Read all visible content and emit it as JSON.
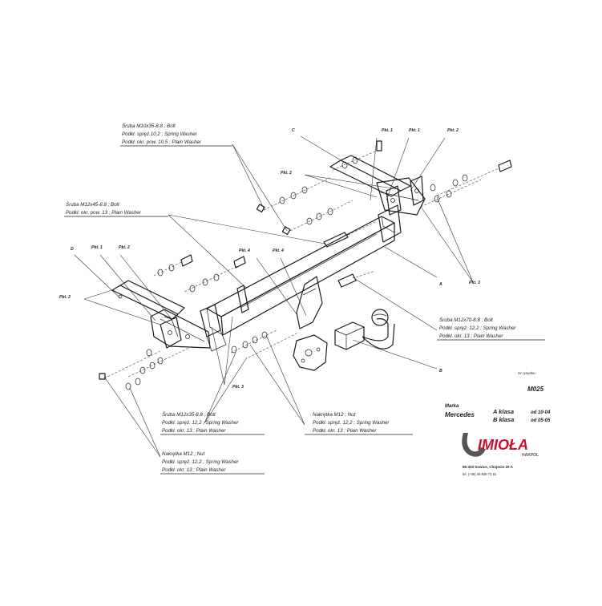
{
  "labels": {
    "upper_bolt": [
      "Śruba M10x35-8.8 ; Bolt",
      "Podkł. spręż.10,2 ; Spring Washer",
      "Podkł. okr. pow. 10,5 ; Plain Washer"
    ],
    "middle_bolt": [
      "Śruba M12x45-8.8 ; Bolt",
      "Podkł. okr. pow. 13 ; Plain Washer"
    ],
    "right_bolt": [
      "Śruba M12x70-8.8 ; Bolt",
      "Podkł. spręż. 12,2 ; Spring Washer",
      "Podkł. okr. 13 ; Plain Washer"
    ],
    "lower_bolt": [
      "Śruba M12x35-8.8 ; Bolt",
      "Podkł. spręż. 12,2 ; Spring Washer",
      "Podkł. okr. 13 ; Plain Washer"
    ],
    "lower_nut": [
      "Nakrętka M12 ; Nut",
      "Podkł. spręż. 12,2 ; Spring Washer",
      "Podkł. okr. 13 ; Plain Washer"
    ],
    "center_nut": [
      "Nakrętka M12 ; Nut",
      "Podkł. spręż. 12,2 ; Spring Washer",
      "Podkł. okr. 13 ; Plain Washer"
    ]
  },
  "tags": {
    "c": "C",
    "d": "D",
    "a": "A",
    "b": "B",
    "pkt1": "Pkt. 1",
    "pkt2": "Pkt. 2",
    "pkt3": "Pkt. 3",
    "pkt4": "Pkt. 4"
  },
  "title_block": {
    "small_label": "Hr rysunku",
    "model_code": "M025",
    "brand_label": "Marka",
    "make": "Mercedes",
    "model_a": "A klasa",
    "date_a": "od 10-04",
    "model_b": "B klasa",
    "date_b": "od 05-05",
    "logo_text": "IMIOŁA",
    "logo_sub": "HAKPOL",
    "address": "96-333 Sowice, Chojecin 20 A",
    "phone": "tel. (+48) 46 835 73 81"
  },
  "colors": {
    "line": "#1a1a1a",
    "logo_red": "#c8102e"
  }
}
